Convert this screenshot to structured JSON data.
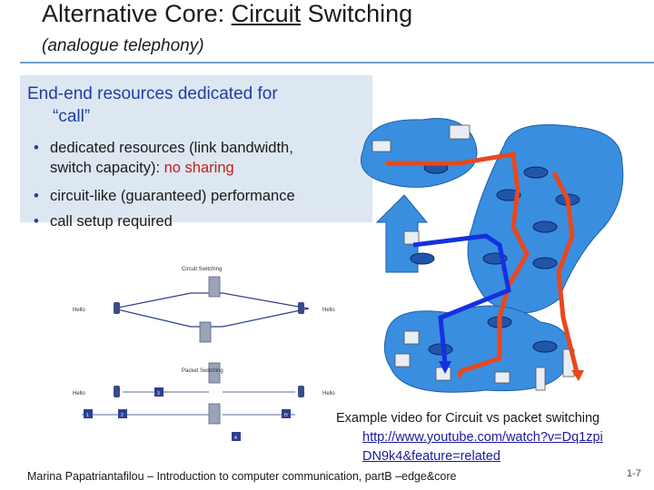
{
  "slide": {
    "title_prefix": "Alternative Core: ",
    "title_underlined": "Circuit",
    "title_suffix": " Switching",
    "subtitle": "(analogue telephony)"
  },
  "box": {
    "heading_line1": "End-end resources dedicated for",
    "heading_line2": "“call”",
    "bullets": [
      {
        "prefix": "dedicated resources (link bandwidth,",
        "line2_prefix": "switch capacity): ",
        "highlight": "no sharing"
      },
      {
        "text": "circuit-like (guaranteed) performance"
      },
      {
        "text": "call setup required"
      }
    ]
  },
  "diagram": {
    "circuit_label": "Circuit Switching",
    "packet_label": "Packet Switching",
    "hello": "Hello",
    "packet_marks": [
      "1",
      "2",
      "3",
      "4",
      "H"
    ]
  },
  "caption": {
    "text": "Example video for Circuit  vs packet switching",
    "link_line1": "http://www.youtube.com/watch?v=Dq1zpi",
    "link_line2": "DN9k4&feature=related"
  },
  "footer": {
    "text": "Marina Papatriantafilou –  Introduction to computer communication, partB –edge&core",
    "page": "1-7"
  },
  "colors": {
    "accent": "#6fa0c8",
    "box_bg": "#dde7f1",
    "heading": "#1f3f9f",
    "highlight": "#c0201a",
    "network": "#2f7fd0",
    "circuit_red": "#e8481c",
    "circuit_blue": "#1430e0"
  }
}
